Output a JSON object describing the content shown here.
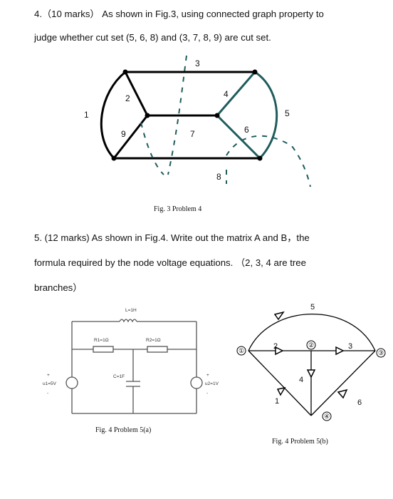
{
  "problem4": {
    "line1": "4.（10 marks） As shown in Fig.3, using connected graph property to",
    "line2": "judge whether cut set (5, 6, 8) and (3, 7, 8, 9) are cut set."
  },
  "fig3": {
    "caption": "Fig. 3   Problem 4",
    "edge_labels": [
      "1",
      "2",
      "3",
      "4",
      "5",
      "6",
      "7",
      "8",
      "9"
    ],
    "colors": {
      "edge": "#000000",
      "highlight": "#1f5c5c"
    }
  },
  "problem5": {
    "line1": "5. (12 marks) As shown in Fig.4. Write out the matrix A and B，the",
    "line2": "formula required by the node voltage equations. （2, 3, 4 are tree",
    "line3": "branches）"
  },
  "fig5a": {
    "caption": "Fig. 4   Problem 5(a)",
    "labels": {
      "L": "L=1H",
      "R1": "R1=1Ω",
      "R2": "R2=1Ω",
      "C": "C=1F",
      "u1": "u1=5V",
      "u2": "u2=1V",
      "plus": "+",
      "minus": "-"
    }
  },
  "fig5b": {
    "caption": "Fig. 4   Problem 5(b)",
    "node_labels": [
      "①",
      "②",
      "③",
      "④"
    ],
    "branch_labels": [
      "1",
      "2",
      "3",
      "4",
      "5",
      "6"
    ]
  }
}
